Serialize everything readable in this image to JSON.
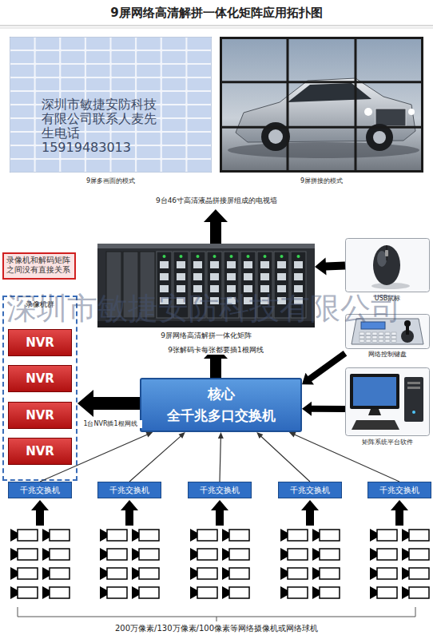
{
  "diagram": {
    "title": "9屏网络高清解拼一体化矩阵应用拓扑图",
    "nodes": [
      {
        "text": [
          "9台46寸高清液晶拼接屏组成的电视墙"
        ]
      },
      {
        "text": [
          "9屏多画面的模式"
        ],
        "in": 0
      },
      {
        "text": [
          "9屏拼接的模式"
        ],
        "in": 0
      },
      {
        "text": [
          "录像机和解码矩阵之间没有直接关系"
        ]
      },
      {
        "text": [
          "9屏网络高清解拼一体化矩阵"
        ]
      },
      {
        "text": [
          "USB鼠标"
        ]
      },
      {
        "text": [
          "录像机群"
        ]
      },
      {
        "text": [
          "NVR"
        ],
        "in": 6
      },
      {
        "text": [
          "NVR"
        ],
        "in": 6
      },
      {
        "text": [
          "NVR"
        ],
        "in": 6
      },
      {
        "text": [
          "NVR"
        ],
        "in": 6
      },
      {
        "text": [
          "网络控制键盘"
        ]
      },
      {
        "text": [
          "核心",
          "全千兆多口交换机"
        ]
      },
      {
        "text": [
          "矩阵系统平台软件"
        ]
      },
      {
        "text": [
          "千兆交换机"
        ]
      },
      {
        "text": [
          "千兆交换机"
        ]
      },
      {
        "text": [
          "千兆交换机"
        ]
      },
      {
        "text": [
          "千兆交换机"
        ]
      },
      {
        "text": [
          "千兆交换机"
        ]
      }
    ],
    "edges": [
      {
        "from": 4,
        "to": 0,
        "arrow": "to"
      },
      {
        "from": 5,
        "to": 4,
        "arrow": "to"
      },
      {
        "from": 12,
        "to": 4,
        "label": "9张解码卡每张都要插1根网线",
        "arrow": "to"
      },
      {
        "from": 12,
        "to": 6,
        "label": "1台NVR插1根网线",
        "arrow": "to"
      },
      {
        "from": 11,
        "to": 12,
        "arrow": "to"
      },
      {
        "from": 13,
        "to": 12,
        "arrow": "to"
      },
      {
        "from": 14,
        "to": 12,
        "arrow": "to"
      },
      {
        "from": 15,
        "to": 12,
        "arrow": "to"
      },
      {
        "from": 16,
        "to": 12,
        "arrow": "to"
      },
      {
        "from": 17,
        "to": 12,
        "arrow": "to"
      },
      {
        "from": 18,
        "to": 12,
        "arrow": "to"
      }
    ],
    "labels": [
      "深圳市敏捷安防科技 有限公司联系人麦先 生电话15919483013",
      "深圳市敏捷安防科技有限公司",
      "200万像素/130万像素/100像素等网络摄像机或网络球机"
    ]
  }
}
